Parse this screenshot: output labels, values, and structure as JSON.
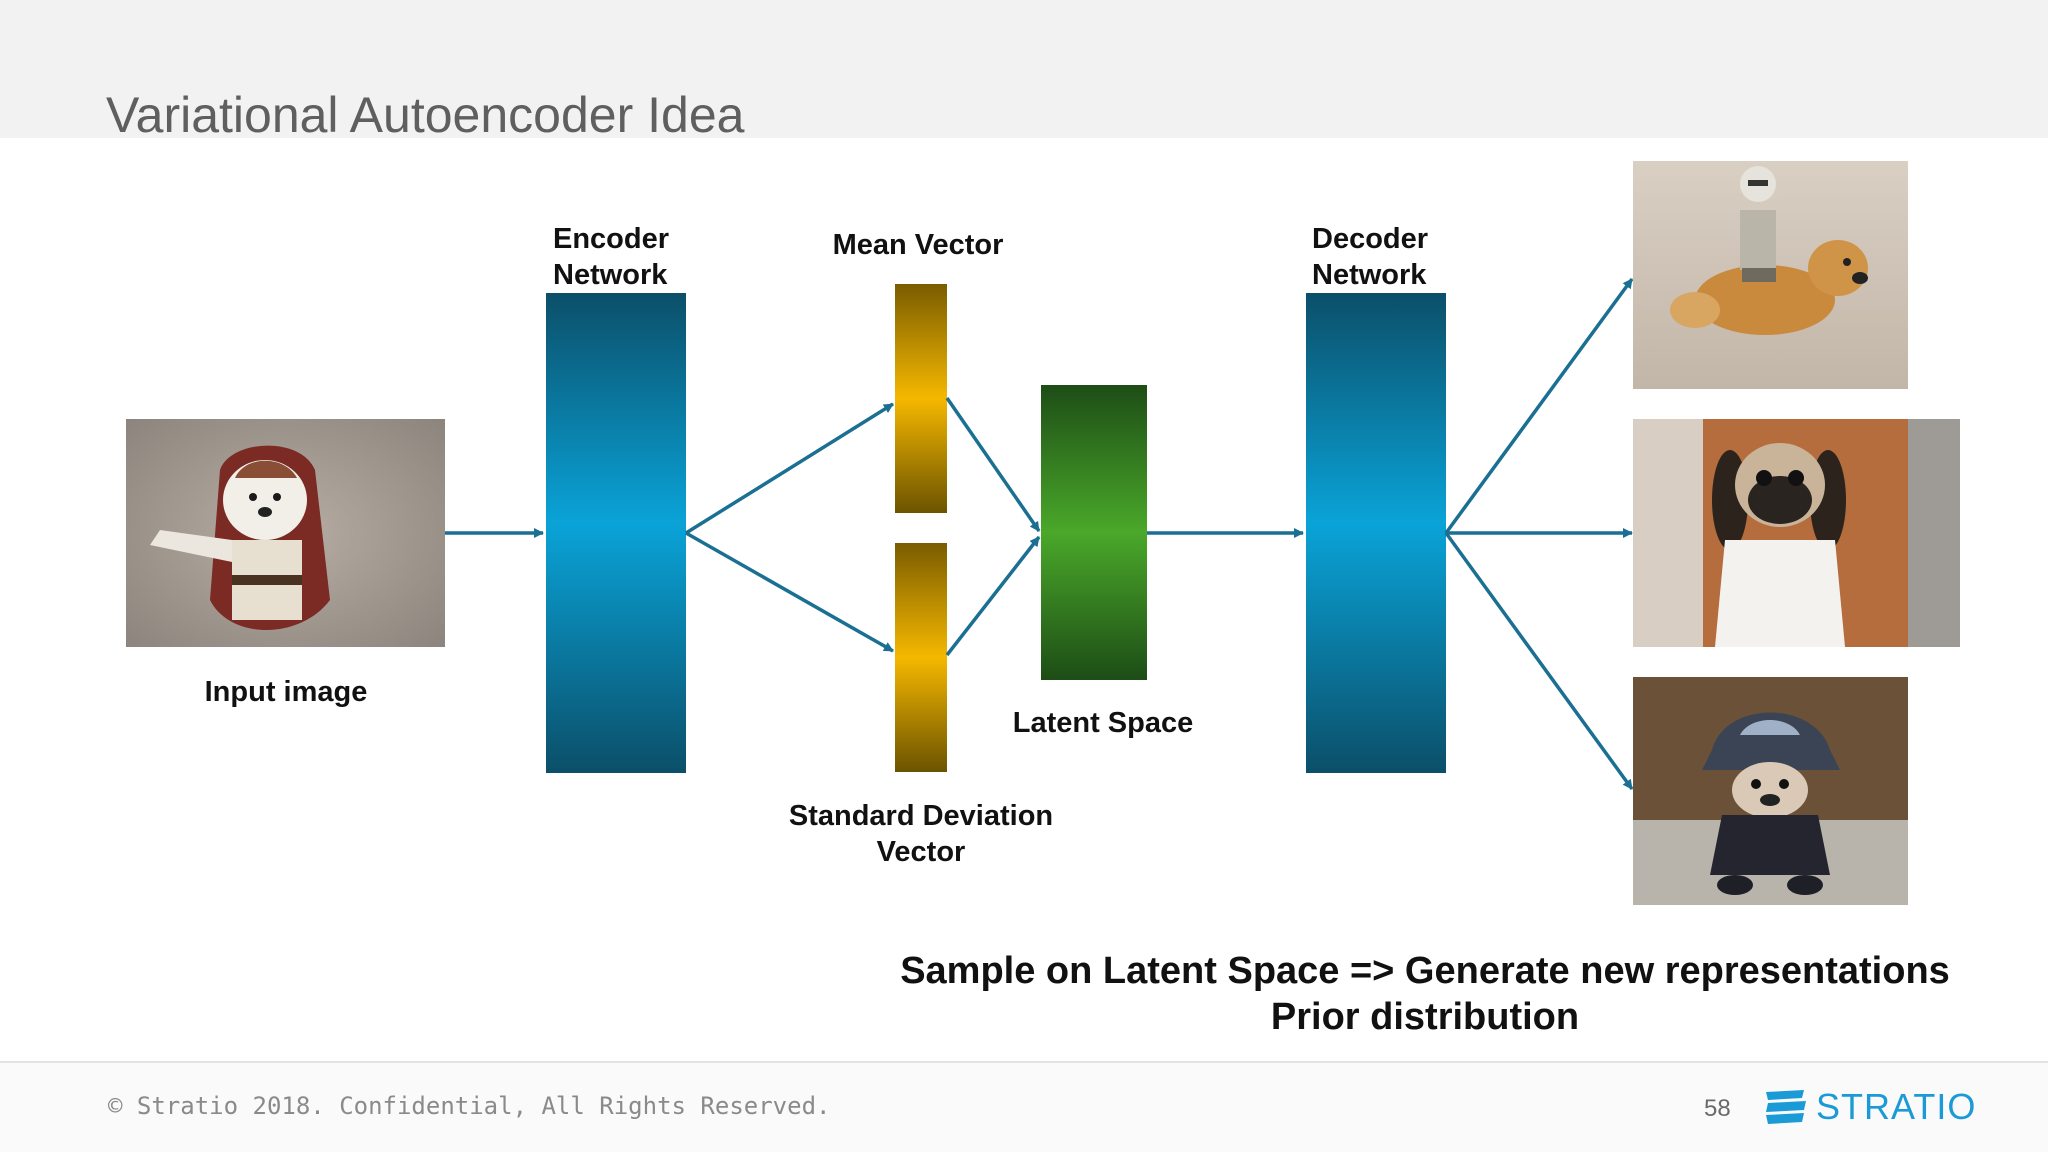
{
  "slide": {
    "title": "Variational Autoencoder Idea",
    "footer": {
      "copyright": "© Stratio 2018. Confidential, All Rights Reserved.",
      "page_number": "58",
      "logo_text": "STRATIO"
    }
  },
  "diagram": {
    "labels": {
      "input_image": "Input image",
      "encoder_line1": "Encoder",
      "encoder_line2": "Network",
      "mean_vector": "Mean Vector",
      "std_line1": "Standard Deviation",
      "std_line2": "Vector",
      "latent_space": "Latent Space",
      "decoder_line1": "Decoder",
      "decoder_line2": "Network"
    },
    "caption_line1": "Sample on Latent Space => Generate new representations",
    "caption_line2": "Prior distribution",
    "icons": {
      "input": "dog-in-robe-photo",
      "output1": "dog-with-rider-photo",
      "output2": "pug-in-costume-photo",
      "output3": "dog-in-helmet-costume-photo"
    },
    "colors": {
      "network_blue": "#0aa3d8",
      "network_dark": "#0b4f69",
      "vector_gold": "#f5b800",
      "vector_dark": "#6b5300",
      "latent_green": "#4aa82a",
      "latent_dark": "#1d4d16",
      "arrow": "#1a6f93"
    }
  }
}
